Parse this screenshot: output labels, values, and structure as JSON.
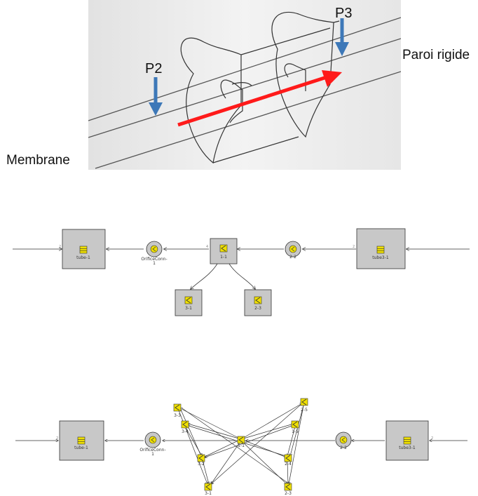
{
  "top_figure": {
    "label_p2": "P2",
    "label_p3": "P3",
    "label_rigid": "Paroi rigide",
    "label_membrane": "Membrane"
  },
  "diagram1": {
    "tube_left": "tube-1",
    "orifice_line1": "OrificeConn-",
    "orifice_line2": "1",
    "center": "1-1",
    "right_circle": "2-2",
    "tube_right": "tube3-1",
    "lower_left": "3-1",
    "lower_right": "2-3",
    "port_tube_left": "2",
    "port_tube_right": "2",
    "port_center": "4"
  },
  "diagram2": {
    "tube_left": "tube-1",
    "orifice_line1": "OrificeConn-",
    "orifice_line2": "1",
    "center": "1-1",
    "right_circle": "2-2",
    "tube_right": "tube3-1",
    "bottom_left": "3-1",
    "bottom_right": "2-3",
    "upper_left_a": "3-3",
    "upper_left_b": "3-4",
    "upper_right_a": "2-5",
    "upper_right_b": "1-5",
    "mid_left": "3-2",
    "mid_right": "2-4",
    "port_tube_left": "2",
    "port_tube_right": "2"
  },
  "colors": {
    "arrow_red": "#ff1a1a",
    "arrow_blue": "#3d78b8",
    "node_fill": "#c8c8c8",
    "icon_yellow": "#f0e000"
  }
}
